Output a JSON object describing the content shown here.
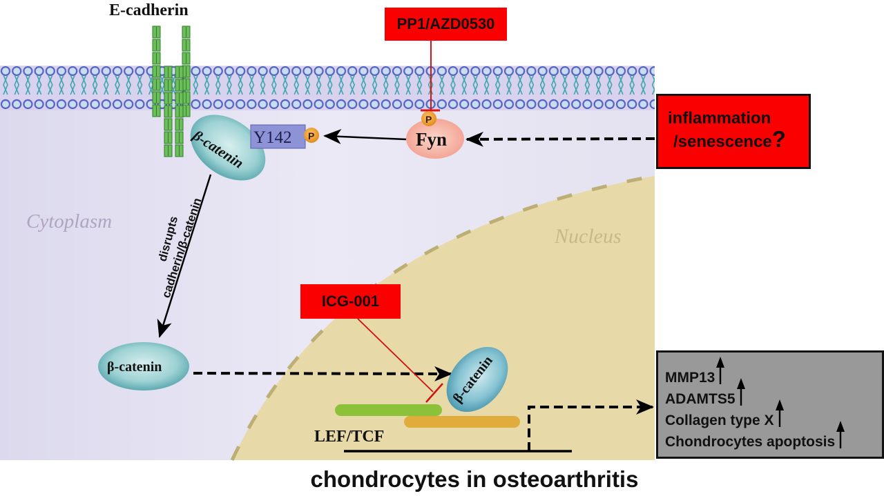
{
  "figure": {
    "caption": "chondrocytes in osteoarthritis",
    "compartments": {
      "cytoplasm": "Cytoplasm",
      "nucleus": "Nucleus"
    },
    "proteins": {
      "e_cadherin": "E-cadherin",
      "beta_catenin_membrane": "β-catenin",
      "beta_catenin_cytoplasm": "β-catenin",
      "beta_catenin_nucleus": "β-catenin",
      "y142": "Y142",
      "phospho": "P",
      "fyn": "Fyn",
      "lef_tcf": "LEF/TCF"
    },
    "inhibitors": {
      "fyn_inhibitor": "PP1/AZD0530",
      "beta_catenin_inhibitor": "ICG-001"
    },
    "stimulus": {
      "line1": "inflammation",
      "line2": "/senescence",
      "question_mark": "?"
    },
    "edge_labels": {
      "disrupts_line1": "disrupts",
      "disrupts_line2": "cadherin/β-catenin"
    },
    "outcomes": [
      {
        "label": "MMP13",
        "direction": "up"
      },
      {
        "label": "ADAMTS5",
        "direction": "up"
      },
      {
        "label": "Collagen type X",
        "direction": "up"
      },
      {
        "label": "Chondrocytes apoptosis",
        "direction": "up"
      }
    ],
    "colors": {
      "inhibitor_box": "#fb0000",
      "outcome_box": "#999999",
      "cytoplasm_bg": "#e6e4f2",
      "nucleus_fill": "#e8d9a8",
      "membrane_head": "#5a6bc0",
      "membrane_tail": "#3aa6a8",
      "cadherin_green": "#5aa84a",
      "beta_catenin": "#7fc4c8",
      "fyn": "#f6b2a2",
      "phospho_orange": "#f0a030",
      "y142_box": "#8d93d6",
      "lef_green": "#8cc23a",
      "tcf_orange": "#e2b040"
    }
  }
}
